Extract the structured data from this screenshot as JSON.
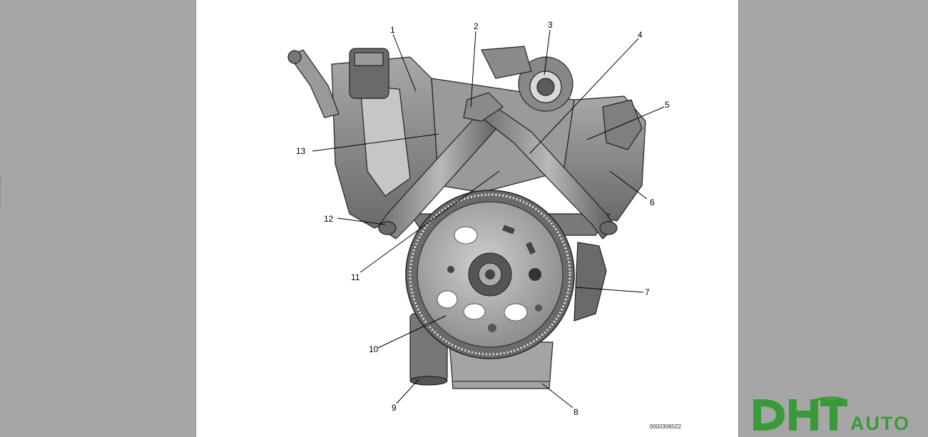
{
  "document": {
    "figure_id": "0000306022",
    "callouts": [
      "1",
      "2",
      "3",
      "4",
      "5",
      "6",
      "7",
      "8",
      "9",
      "10",
      "11",
      "12",
      "13"
    ]
  },
  "watermark": {
    "brand_primary": "DHT",
    "brand_secondary": "AUTO",
    "color": "#3a9a3a"
  }
}
